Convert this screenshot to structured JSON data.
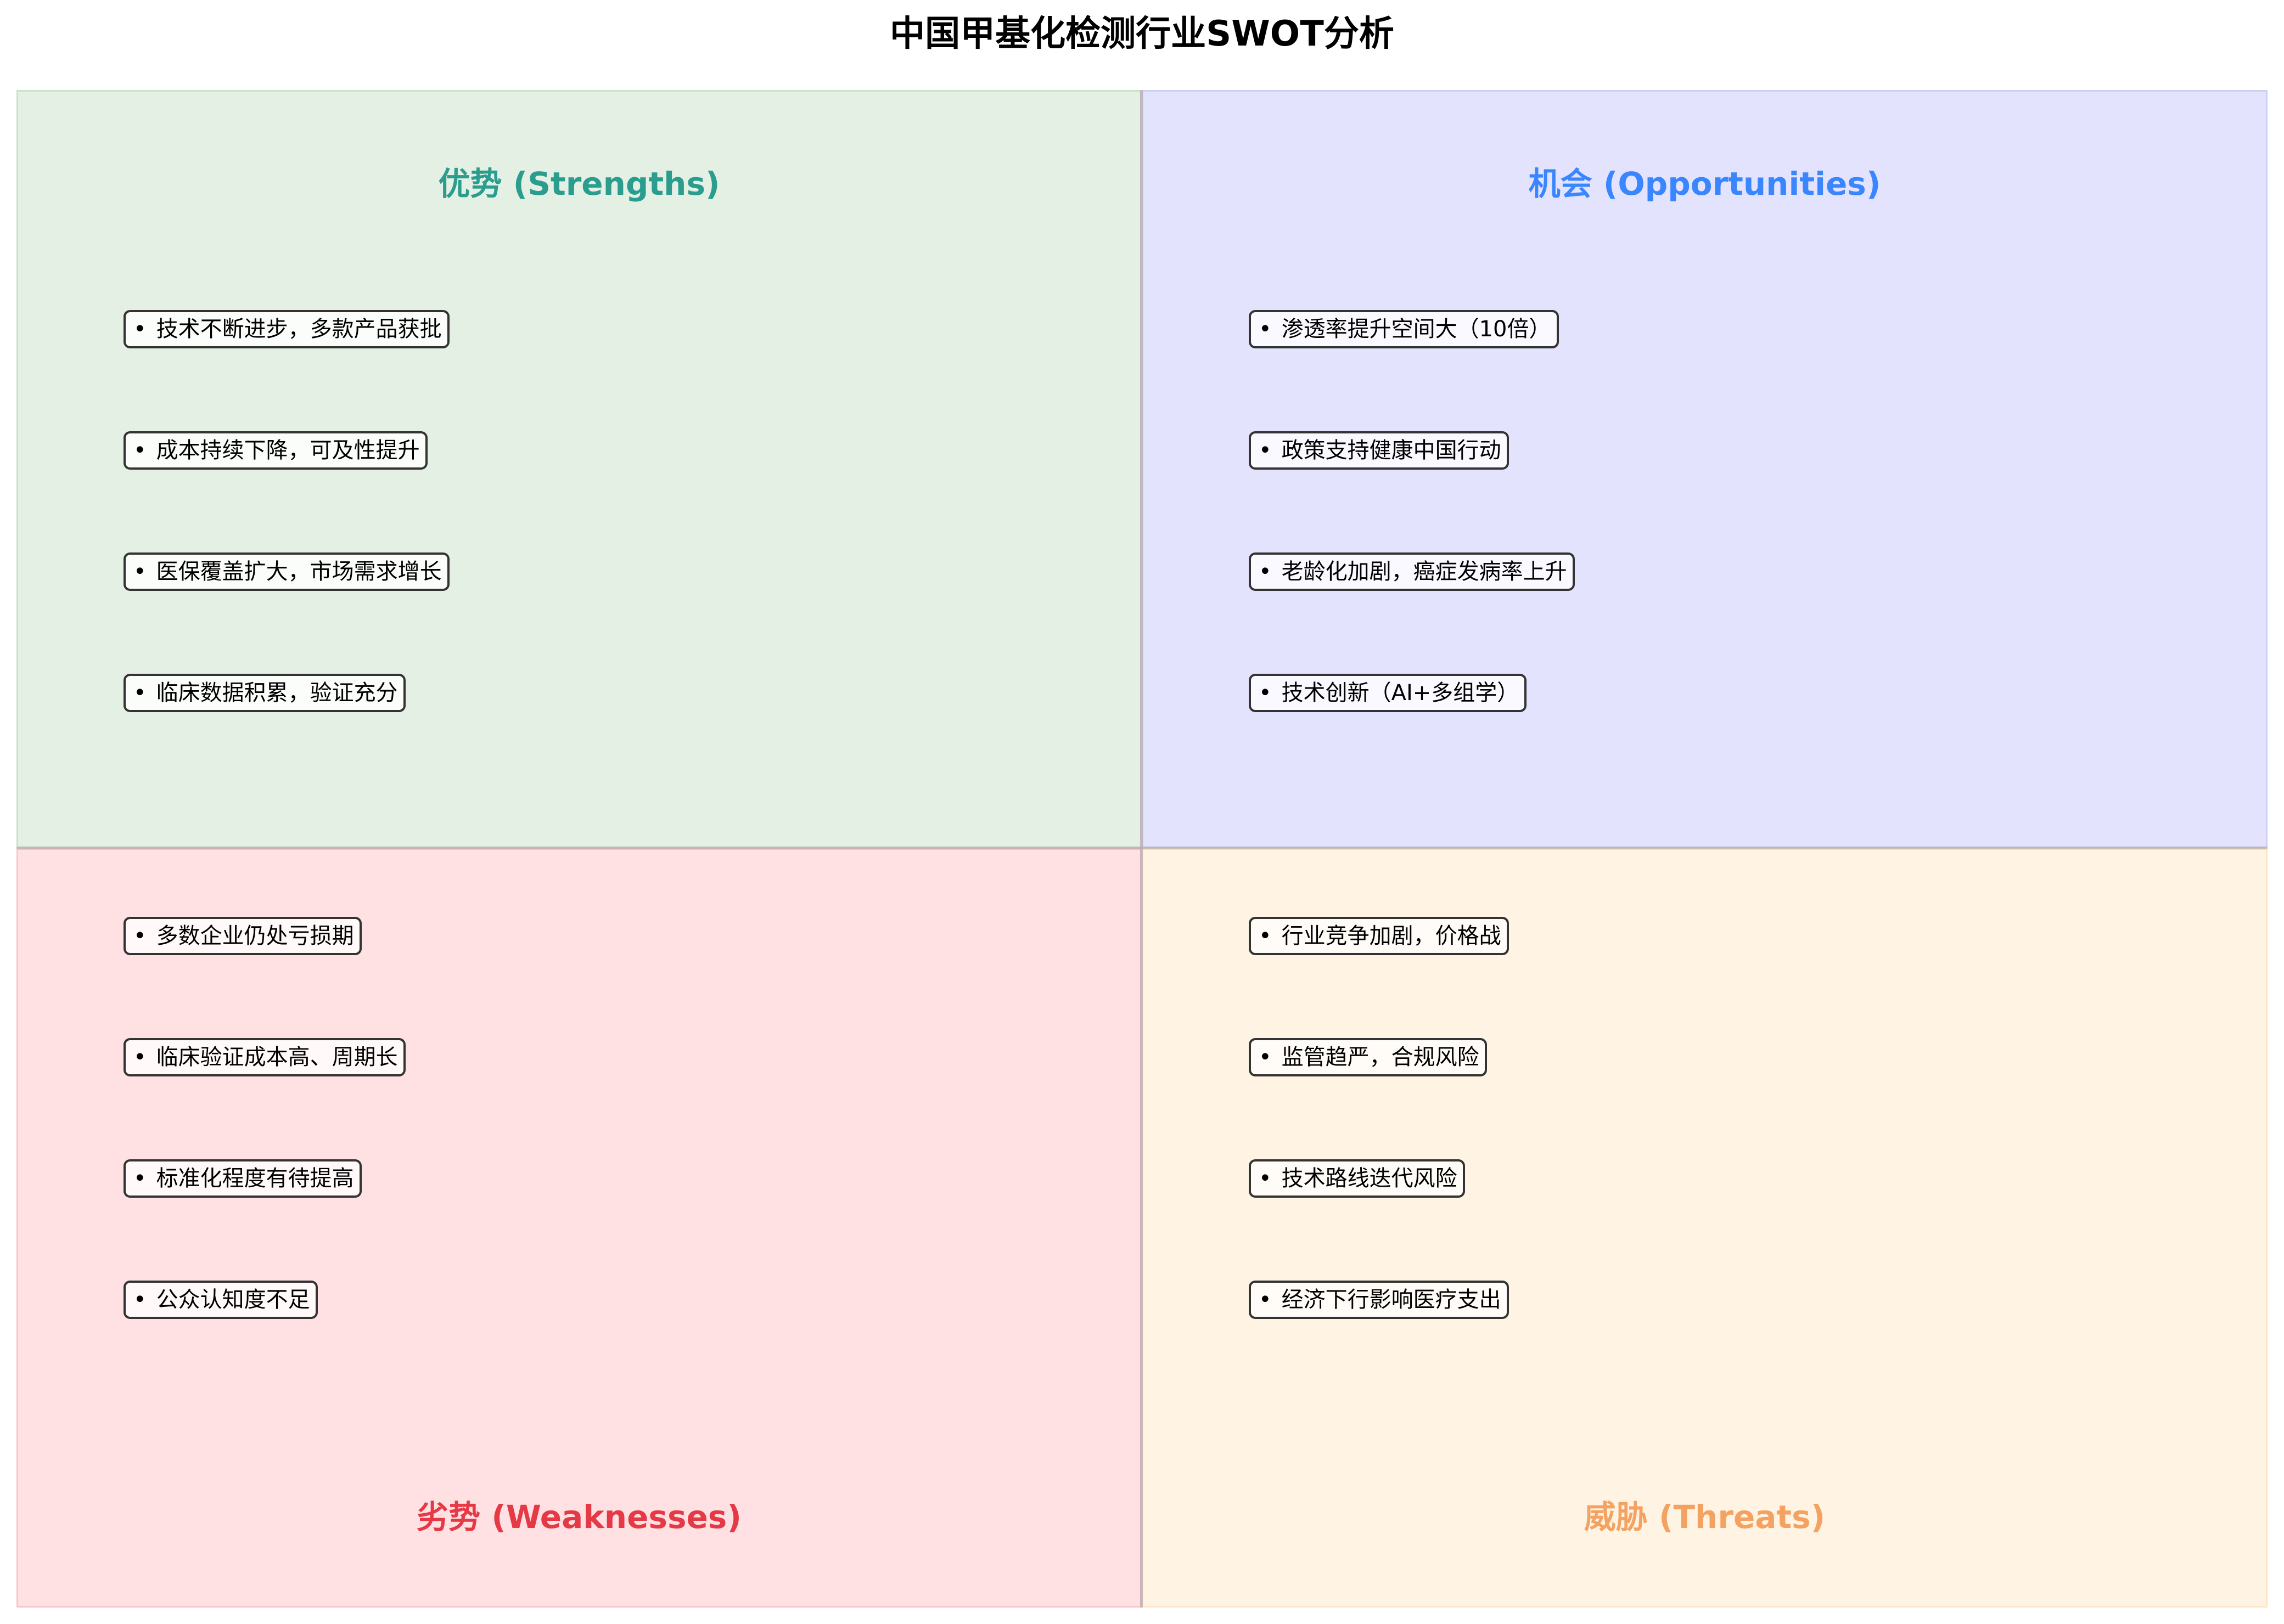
{
  "title": "中国甲基化检测行业SWOT分析",
  "bullet": "•",
  "colors": {
    "strengths_bg": "#e5f0e4",
    "strengths_border": "#c8e2c6",
    "strengths_text": "#2a9d8f",
    "strengths_item_bg": "#fafdf9",
    "opportunities_bg": "#e3e3fe",
    "opportunities_border": "#cfcff5",
    "opportunities_text": "#3a86ff",
    "opportunities_item_bg": "#f9f9ff",
    "weaknesses_bg": "#ffe1e3",
    "weaknesses_border": "#f6c7ca",
    "weaknesses_text": "#e63946",
    "weaknesses_item_bg": "#fff9f9",
    "threats_bg": "#fff4e3",
    "threats_border": "#fde6c4",
    "threats_text": "#f4a261",
    "threats_item_bg": "#fffcf8",
    "item_border": "#333333",
    "divider": "#b8a8a8"
  },
  "quadrants": {
    "strengths": {
      "header": "优势 (Strengths)",
      "items": [
        "技术不断进步，多款产品获批",
        "成本持续下降，可及性提升",
        "医保覆盖扩大，市场需求增长",
        "临床数据积累，验证充分"
      ]
    },
    "opportunities": {
      "header": "机会 (Opportunities)",
      "items": [
        "渗透率提升空间大（10倍）",
        "政策支持健康中国行动",
        "老龄化加剧，癌症发病率上升",
        "技术创新（AI+多组学）"
      ]
    },
    "weaknesses": {
      "header": "劣势 (Weaknesses)",
      "items": [
        "多数企业仍处亏损期",
        "临床验证成本高、周期长",
        "标准化程度有待提高",
        "公众认知度不足"
      ]
    },
    "threats": {
      "header": "威胁 (Threats)",
      "items": [
        "行业竞争加剧，价格战",
        "监管趋严，合规风险",
        "技术路线迭代风险",
        "经济下行影响医疗支出"
      ]
    }
  }
}
